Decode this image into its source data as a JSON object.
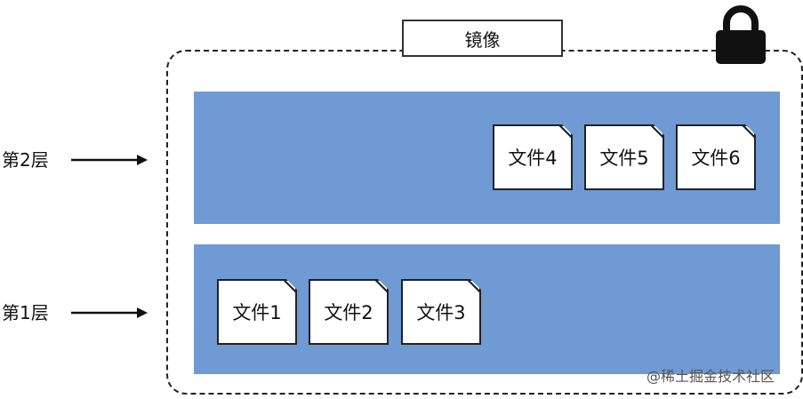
{
  "diagram": {
    "title": "镜像",
    "layers": [
      {
        "label": "第2层",
        "files": [
          "文件4",
          "文件5",
          "文件6"
        ]
      },
      {
        "label": "第1层",
        "files": [
          "文件1",
          "文件2",
          "文件3"
        ]
      }
    ],
    "watermark": "@稀土掘金技术社区",
    "colors": {
      "layer_fill": "#6f9ad3",
      "border": "#222222",
      "background": "#ffffff"
    },
    "icons": [
      "lock-icon",
      "arrow-right-icon"
    ]
  }
}
